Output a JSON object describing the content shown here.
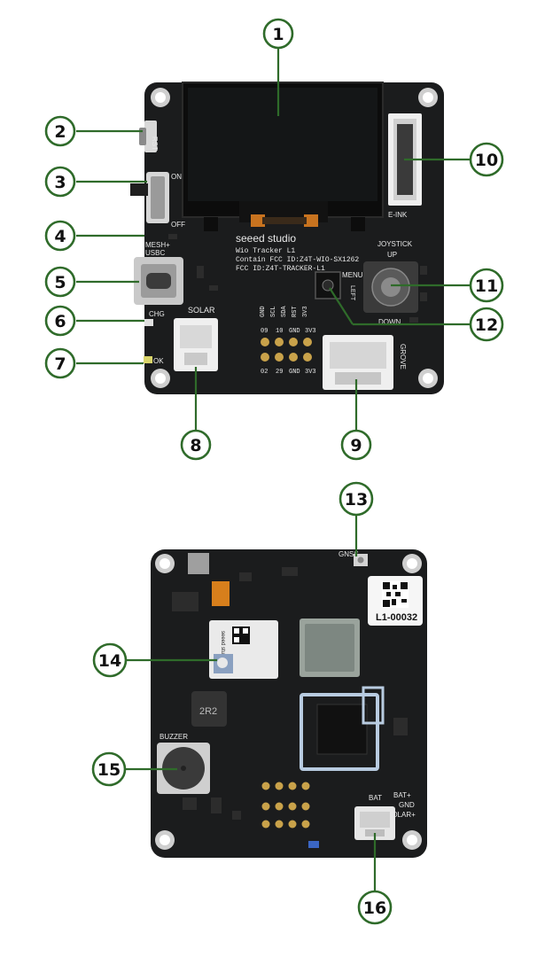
{
  "top_board": {
    "brand": "seeed studio",
    "model": "Wio Tracker L1",
    "contain_fcc": "Contain FCC ID:Z4T-WIO-SX1262",
    "fcc": "FCC ID:Z4T-TRACKER-L1",
    "rst": "RST",
    "on": "ON",
    "off": "OFF",
    "mesh": "MESH+",
    "usbc": "USBC",
    "chg": "CHG",
    "ok": "OK",
    "solar": "SOLAR",
    "einK": "E-INK",
    "joystick": "JOYSTICK",
    "up": "UP",
    "down": "DOWN",
    "left": "LEFT",
    "menu": "MENU",
    "grove": "GROVE",
    "pin_top_labels": [
      "GND",
      "SCL",
      "SDA",
      "RST",
      "3V3"
    ],
    "pin_row1": [
      "09",
      "10",
      "GND",
      "3V3"
    ],
    "pin_row2": [
      "02",
      "29",
      "GND",
      "3V3"
    ]
  },
  "bottom_board": {
    "gnss": "GNSS",
    "serial": "L1-00032",
    "module_brand": "seeed studio",
    "buzzer": "BUZZER",
    "bat": "BAT",
    "bat_plus": "BAT+",
    "gnd": "GND",
    "solar_plus": "SOLAR+",
    "inductor": "2R2"
  },
  "callouts": [
    "1",
    "2",
    "3",
    "4",
    "5",
    "6",
    "7",
    "8",
    "9",
    "10",
    "11",
    "12",
    "13",
    "14",
    "15",
    "16"
  ],
  "colors": {
    "accent": "#2f6b2a",
    "board": "#1b1c1d",
    "connector": "#efefef"
  }
}
